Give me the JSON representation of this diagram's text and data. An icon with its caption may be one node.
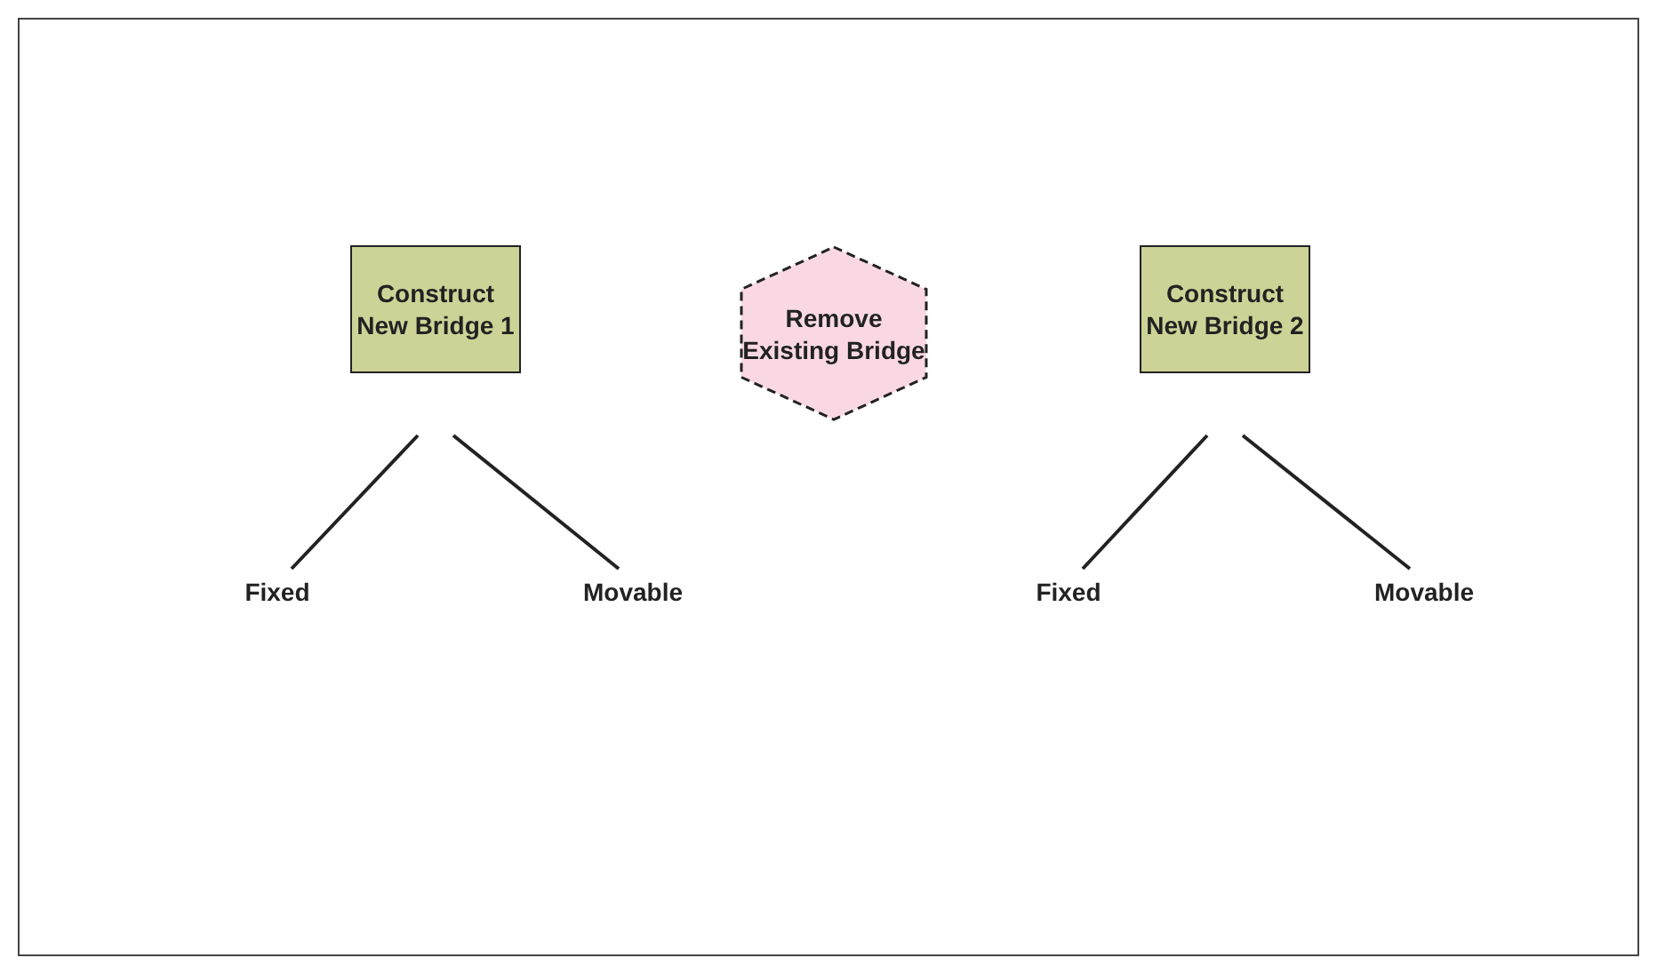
{
  "diagram": {
    "nodes": [
      {
        "text": [
          "Construct New Bridge 1"
        ]
      },
      {
        "text": [
          "Remove Existing Bridge"
        ]
      },
      {
        "text": [
          "Construct New Bridge 2"
        ]
      },
      {
        "text": [
          "Fixed"
        ]
      },
      {
        "text": [
          "Movable"
        ]
      },
      {
        "text": [
          "Fixed"
        ]
      },
      {
        "text": [
          "Movable"
        ]
      }
    ],
    "edges": [
      {
        "from": 0,
        "to": 3,
        "arrow": "none"
      },
      {
        "from": 0,
        "to": 4,
        "arrow": "none"
      },
      {
        "from": 2,
        "to": 5,
        "arrow": "none"
      },
      {
        "from": 2,
        "to": 6,
        "arrow": "none"
      }
    ]
  }
}
